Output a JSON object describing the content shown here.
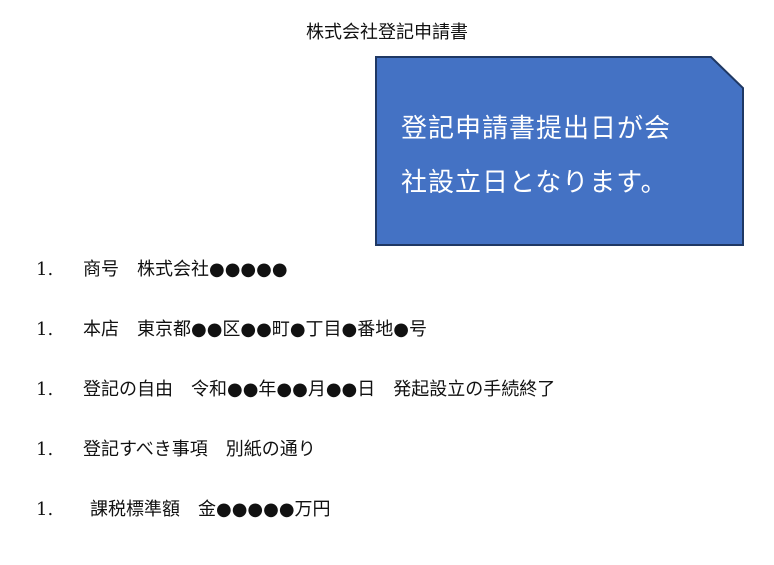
{
  "document": {
    "title": "株式会社登記申請書"
  },
  "callout": {
    "line1": "登記申請書提出日が会",
    "line2": "社設立日となります。",
    "fill_color": "#4472c4",
    "border_color": "#1f3864",
    "text_color": "#ffffff"
  },
  "items": [
    {
      "number": "1.",
      "text": "商号　株式会社●●●●●"
    },
    {
      "number": "1.",
      "text": "本店　東京都●●区●●町●丁目●番地●号"
    },
    {
      "number": "1.",
      "text": "登記の自由　令和●●年●●月●●日　発起設立の手続終了"
    },
    {
      "number": "1.",
      "text": "登記すべき事項　別紙の通り"
    },
    {
      "number": "1.",
      "text": "課税標準額　金●●●●●万円"
    }
  ]
}
